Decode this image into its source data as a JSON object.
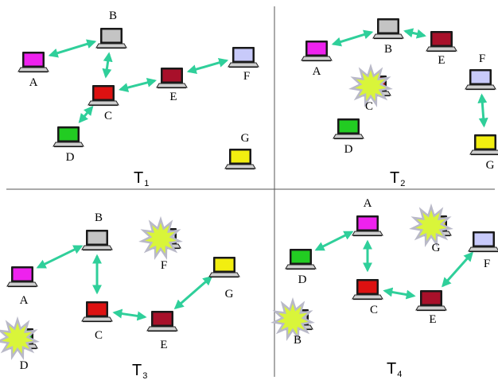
{
  "colors": {
    "link": "#2fcf9a",
    "divider": "#555555",
    "burst": "#d9f53a",
    "burst_edge": "#b9b9c8",
    "screen": {
      "magenta": "#ee22ee",
      "silver": "#c4c4c4",
      "red": "#dd1111",
      "maroon": "#a8102a",
      "lavender": "#c8cafa",
      "green": "#22cc22",
      "yellow": "#f2ee10"
    }
  },
  "panels": [
    {
      "id": "T1",
      "title": "T",
      "subscript": "1",
      "nodes": [
        {
          "id": "A",
          "label": "A",
          "color": "magenta",
          "failed": false
        },
        {
          "id": "B",
          "label": "B",
          "color": "silver",
          "failed": false
        },
        {
          "id": "C",
          "label": "C",
          "color": "red",
          "failed": false
        },
        {
          "id": "D",
          "label": "D",
          "color": "green",
          "failed": false
        },
        {
          "id": "E",
          "label": "E",
          "color": "maroon",
          "failed": false
        },
        {
          "id": "F",
          "label": "F",
          "color": "lavender",
          "failed": false
        },
        {
          "id": "G",
          "label": "G",
          "color": "yellow",
          "failed": false
        }
      ],
      "links": [
        [
          "A",
          "B"
        ],
        [
          "B",
          "C"
        ],
        [
          "C",
          "D"
        ],
        [
          "C",
          "E"
        ],
        [
          "E",
          "F"
        ]
      ]
    },
    {
      "id": "T2",
      "title": "T",
      "subscript": "2",
      "nodes": [
        {
          "id": "A",
          "label": "A",
          "color": "magenta",
          "failed": false
        },
        {
          "id": "B",
          "label": "B",
          "color": "silver",
          "failed": false
        },
        {
          "id": "E",
          "label": "E",
          "color": "maroon",
          "failed": false
        },
        {
          "id": "F",
          "label": "F",
          "color": "lavender",
          "failed": false
        },
        {
          "id": "C",
          "label": "C",
          "color": "red",
          "failed": true
        },
        {
          "id": "D",
          "label": "D",
          "color": "green",
          "failed": false
        },
        {
          "id": "G",
          "label": "G",
          "color": "yellow",
          "failed": false
        }
      ],
      "links": [
        [
          "A",
          "B"
        ],
        [
          "B",
          "E"
        ],
        [
          "F",
          "G"
        ]
      ]
    },
    {
      "id": "T3",
      "title": "T",
      "subscript": "3",
      "nodes": [
        {
          "id": "B",
          "label": "B",
          "color": "silver",
          "failed": false
        },
        {
          "id": "F",
          "label": "F",
          "color": "lavender",
          "failed": true
        },
        {
          "id": "A",
          "label": "A",
          "color": "magenta",
          "failed": false
        },
        {
          "id": "G",
          "label": "G",
          "color": "yellow",
          "failed": false
        },
        {
          "id": "C",
          "label": "C",
          "color": "red",
          "failed": false
        },
        {
          "id": "E",
          "label": "E",
          "color": "maroon",
          "failed": false
        },
        {
          "id": "D",
          "label": "D",
          "color": "green",
          "failed": true
        }
      ],
      "links": [
        [
          "A",
          "B"
        ],
        [
          "B",
          "C"
        ],
        [
          "C",
          "E"
        ],
        [
          "E",
          "G"
        ]
      ]
    },
    {
      "id": "T4",
      "title": "T",
      "subscript": "4",
      "nodes": [
        {
          "id": "A",
          "label": "A",
          "color": "magenta",
          "failed": false
        },
        {
          "id": "G",
          "label": "G",
          "color": "yellow",
          "failed": true
        },
        {
          "id": "D",
          "label": "D",
          "color": "green",
          "failed": false
        },
        {
          "id": "F",
          "label": "F",
          "color": "lavender",
          "failed": false
        },
        {
          "id": "C",
          "label": "C",
          "color": "red",
          "failed": false
        },
        {
          "id": "E",
          "label": "E",
          "color": "maroon",
          "failed": false
        },
        {
          "id": "B",
          "label": "B",
          "color": "silver",
          "failed": true
        }
      ],
      "links": [
        [
          "D",
          "A"
        ],
        [
          "A",
          "C"
        ],
        [
          "C",
          "E"
        ],
        [
          "E",
          "F"
        ]
      ]
    }
  ]
}
